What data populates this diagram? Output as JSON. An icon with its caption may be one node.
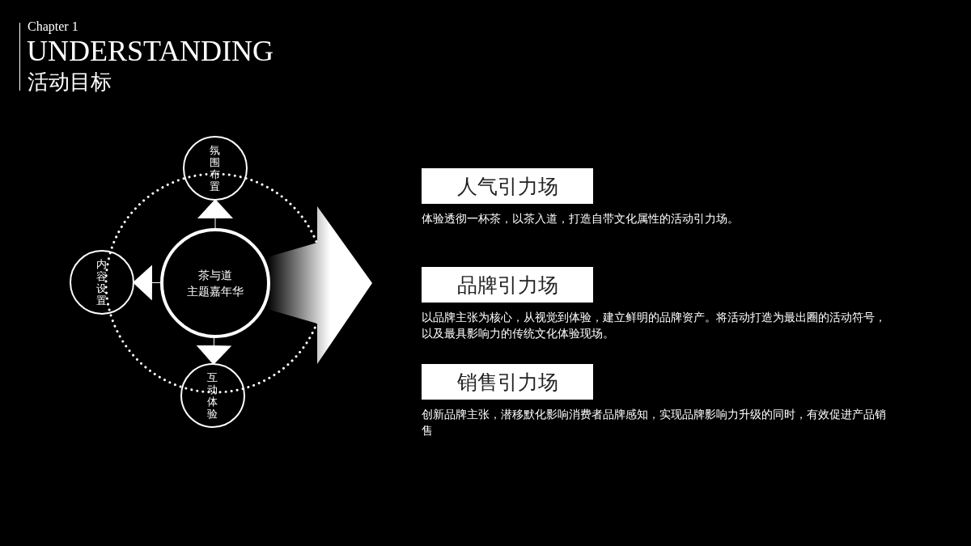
{
  "diagram": {
    "title": "UNDERSTANDING",
    "nodes": [
      {
        "text": [
          "茶与道",
          "主题嘉年华"
        ]
      },
      {
        "text": [
          "氛围布置"
        ]
      },
      {
        "text": [
          "内容设置"
        ]
      },
      {
        "text": [
          "互动体验"
        ]
      },
      {
        "text": [
          "人气引力场"
        ],
        "beside": [
          "体验透彻一杯茶，以茶入道，打造自带文化属性的活动引力场。"
        ]
      },
      {
        "text": [
          "品牌引力场"
        ],
        "beside": [
          "以品牌主张为核心，从视觉到体验，建立鲜明的品牌资产。将活动打造为最出圈的活动符号，以及最具影响力的传统文化体验现场。"
        ]
      },
      {
        "text": [
          "销售引力场"
        ],
        "beside": [
          "创新品牌主张，潜移默化影响消费者品牌感知，实现品牌影响力升级的同时，有效促进产品销售"
        ]
      }
    ],
    "edges": [
      {
        "from": 0,
        "to": 1,
        "arrow": "to"
      },
      {
        "from": 0,
        "to": 2,
        "arrow": "to"
      },
      {
        "from": 0,
        "to": 3,
        "arrow": "to"
      },
      {
        "from": 0,
        "to": null,
        "arrow": "to",
        "style": "thick"
      }
    ],
    "labels": [
      "Chapter 1",
      "活动目标"
    ]
  }
}
